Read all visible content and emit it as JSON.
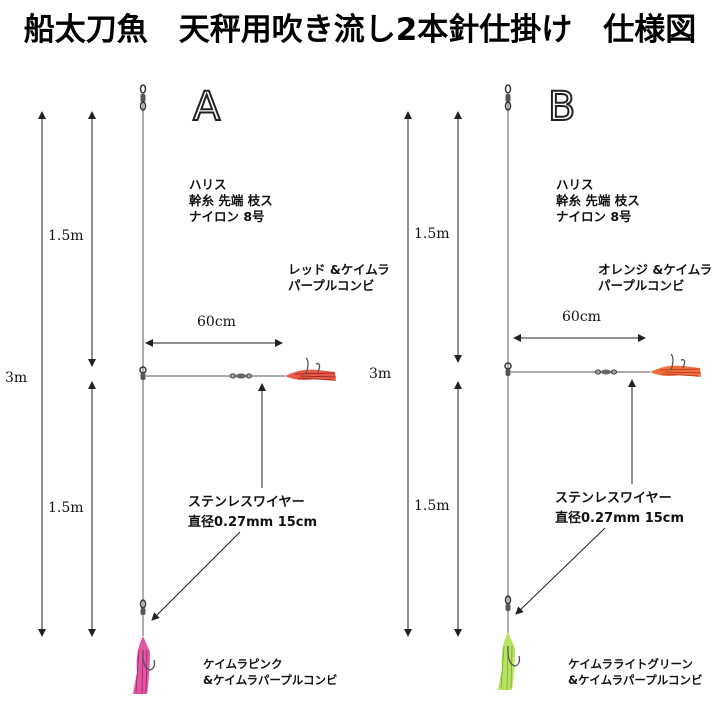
{
  "title": "船太刀魚　天秤用吹き流し2本針仕掛け　仕様図",
  "panels": [
    {
      "letter": "A",
      "harisu": [
        "ハリス",
        "幹糸 先端 枝ス",
        "ナイロン 8号"
      ],
      "upper_lure": [
        "レッド &ケイムラ",
        "パープルコンビ"
      ],
      "branch_length": "60cm",
      "total_length": "3m",
      "upper_section": "1.5m",
      "lower_section": "1.5m",
      "wire": [
        "ステンレスワイヤー",
        "直径0.27mm 15cm"
      ],
      "lower_lure": [
        "ケイムラピンク",
        "&ケイムラパープルコンビ"
      ],
      "upper_lure_color": "#e0402a",
      "lower_lure_color": "#e0449a"
    },
    {
      "letter": "B",
      "harisu": [
        "ハリス",
        "幹糸 先端 枝ス",
        "ナイロン 8号"
      ],
      "upper_lure": [
        "オレンジ &ケイムラ",
        "パープルコンビ"
      ],
      "branch_length": "60cm",
      "total_length": "3m",
      "upper_section": "1.5m",
      "lower_section": "1.5m",
      "wire": [
        "ステンレスワイヤー",
        "直径0.27mm 15cm"
      ],
      "lower_lure": [
        "ケイムラライトグリーン",
        "&ケイムラパープルコンビ"
      ],
      "upper_lure_color": "#f0561e",
      "lower_lure_color": "#b4e05a"
    }
  ]
}
